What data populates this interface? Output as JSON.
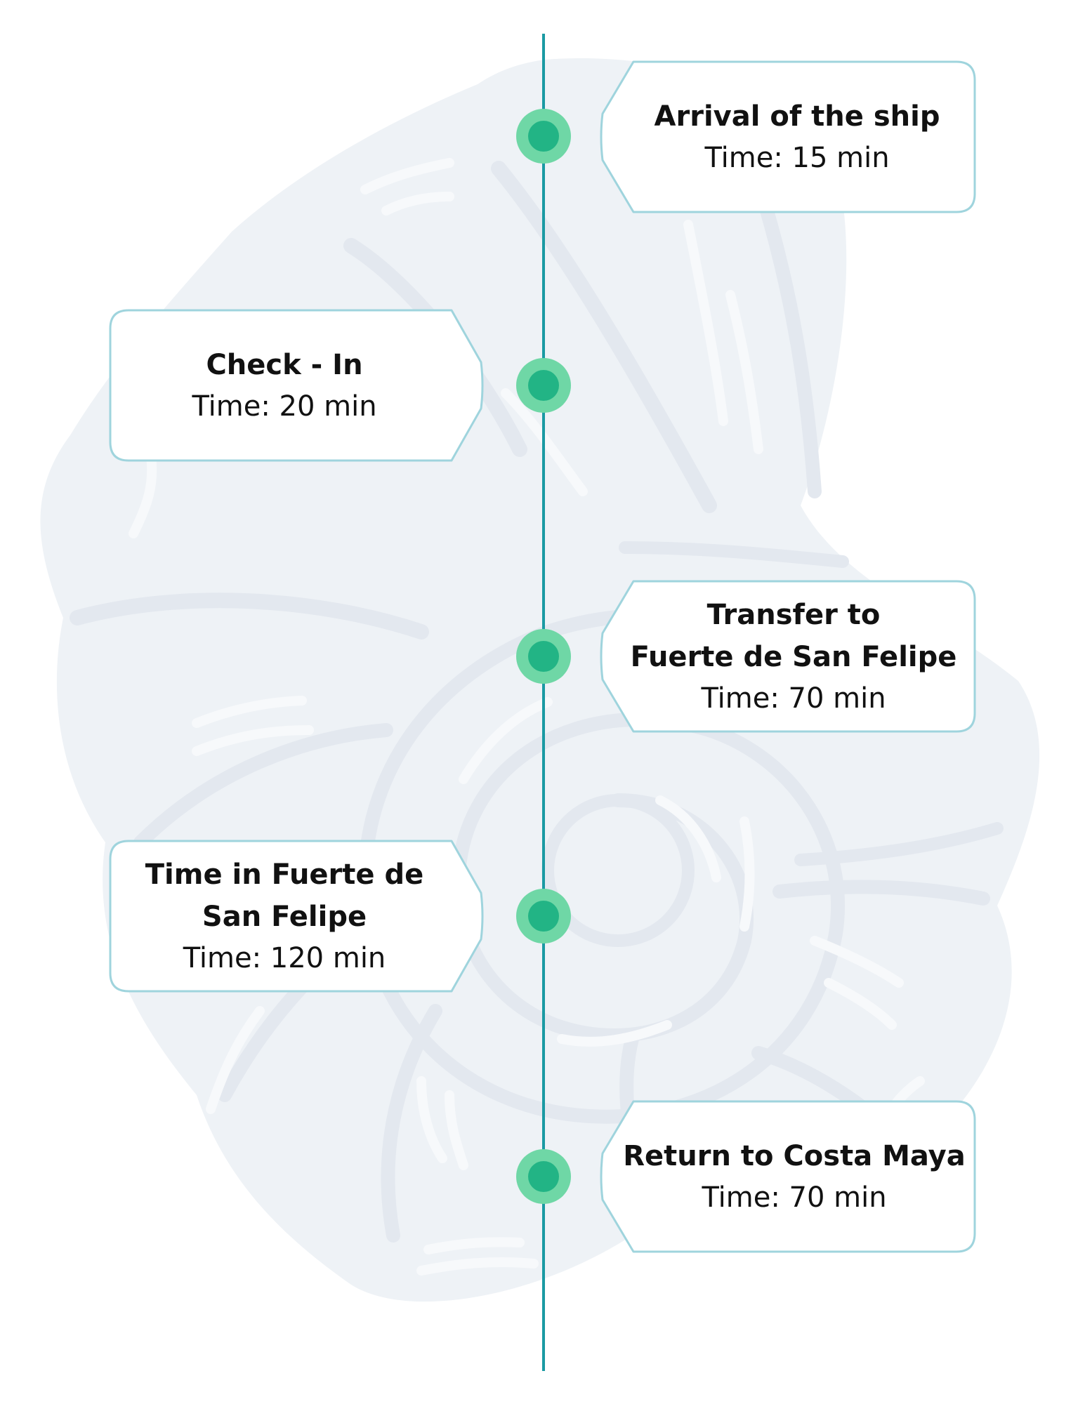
{
  "steps": [
    {
      "title": "Arrival of the ship",
      "time": "Time: 15 min"
    },
    {
      "title": "Check - In",
      "time": "Time: 20 min"
    },
    {
      "title": "Transfer to",
      "title_line2": "Fuerte de San Felipe",
      "time": "Time: 70 min"
    },
    {
      "title": "Time in Fuerte de",
      "title_line2": "San Felipe",
      "time": "Time: 120 min"
    },
    {
      "title": "Return to Costa Maya",
      "time": "Time: 70 min"
    }
  ],
  "colors": {
    "line": "#1a9aa3",
    "node_outer": "#6fd7a6",
    "node_inner": "#22b485",
    "card_border": "#9fd4dd",
    "shell_fill": "#eef2f6",
    "shell_stroke": "#e2e8ef"
  }
}
